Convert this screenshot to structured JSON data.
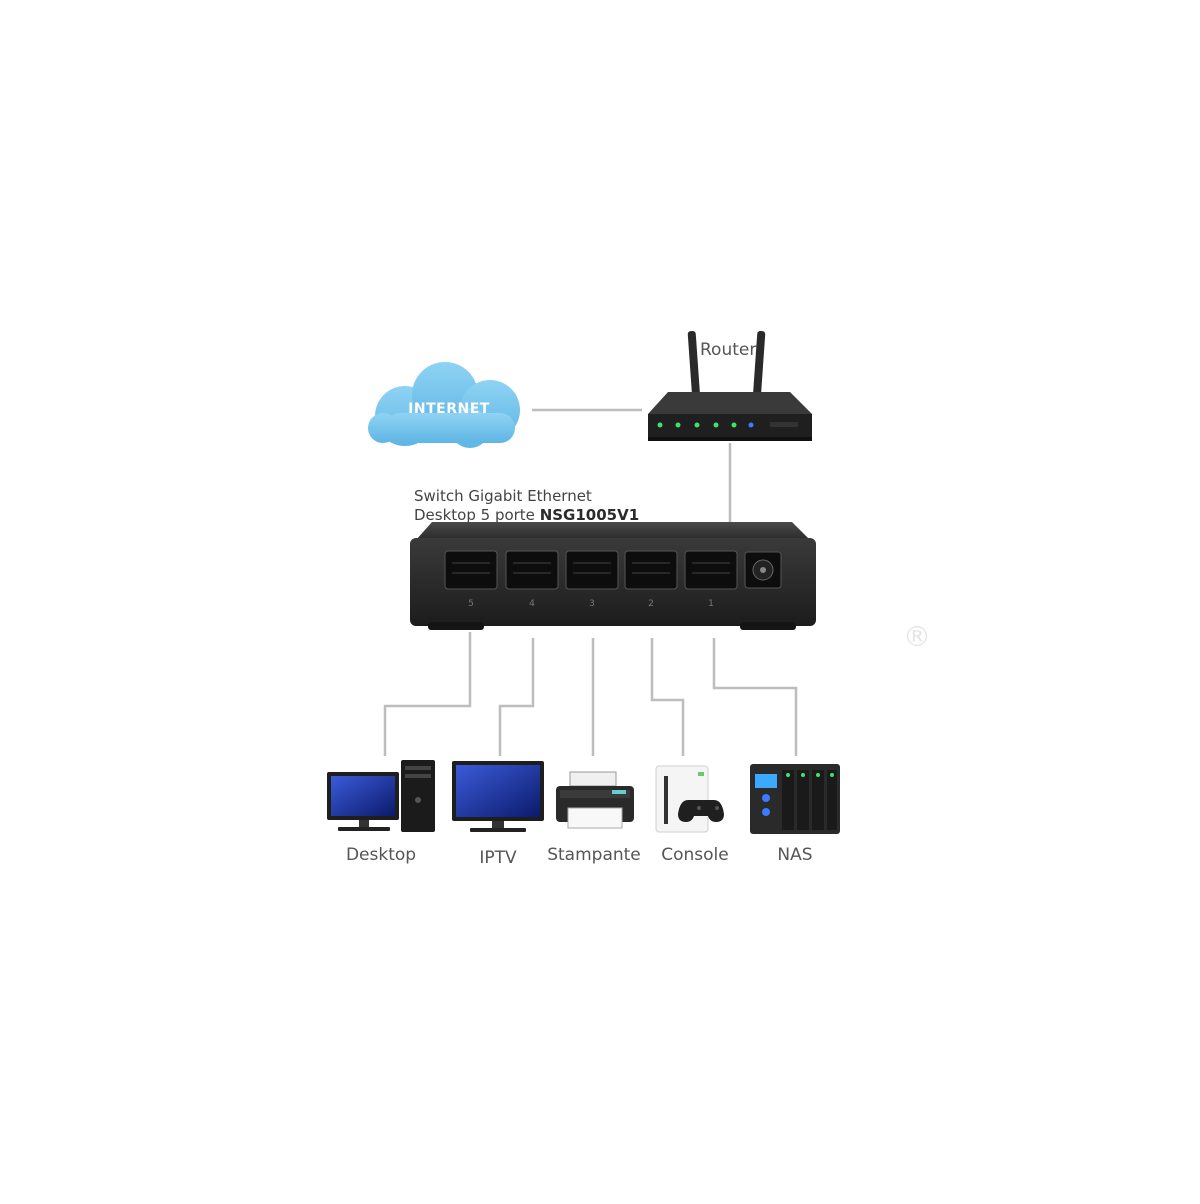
{
  "internet": {
    "label": "INTERNET"
  },
  "router": {
    "label": "Router"
  },
  "switch": {
    "caption_line1": "Switch Gigabit Ethernet",
    "caption_line2_prefix": "Desktop 5 porte ",
    "model": "NSG1005V1",
    "ports": [
      "5",
      "4",
      "3",
      "2",
      "1"
    ]
  },
  "devices": [
    {
      "label": "Desktop"
    },
    {
      "label": "IPTV"
    },
    {
      "label": "Stampante"
    },
    {
      "label": "Console"
    },
    {
      "label": "NAS"
    }
  ],
  "watermark": {
    "symbol": "®"
  },
  "colors": {
    "cloud": "#79c5ea",
    "device_dark": "#222222",
    "link_line": "#bdbdbd",
    "led_green": "#3be36b",
    "led_blue": "#3a7bff"
  }
}
